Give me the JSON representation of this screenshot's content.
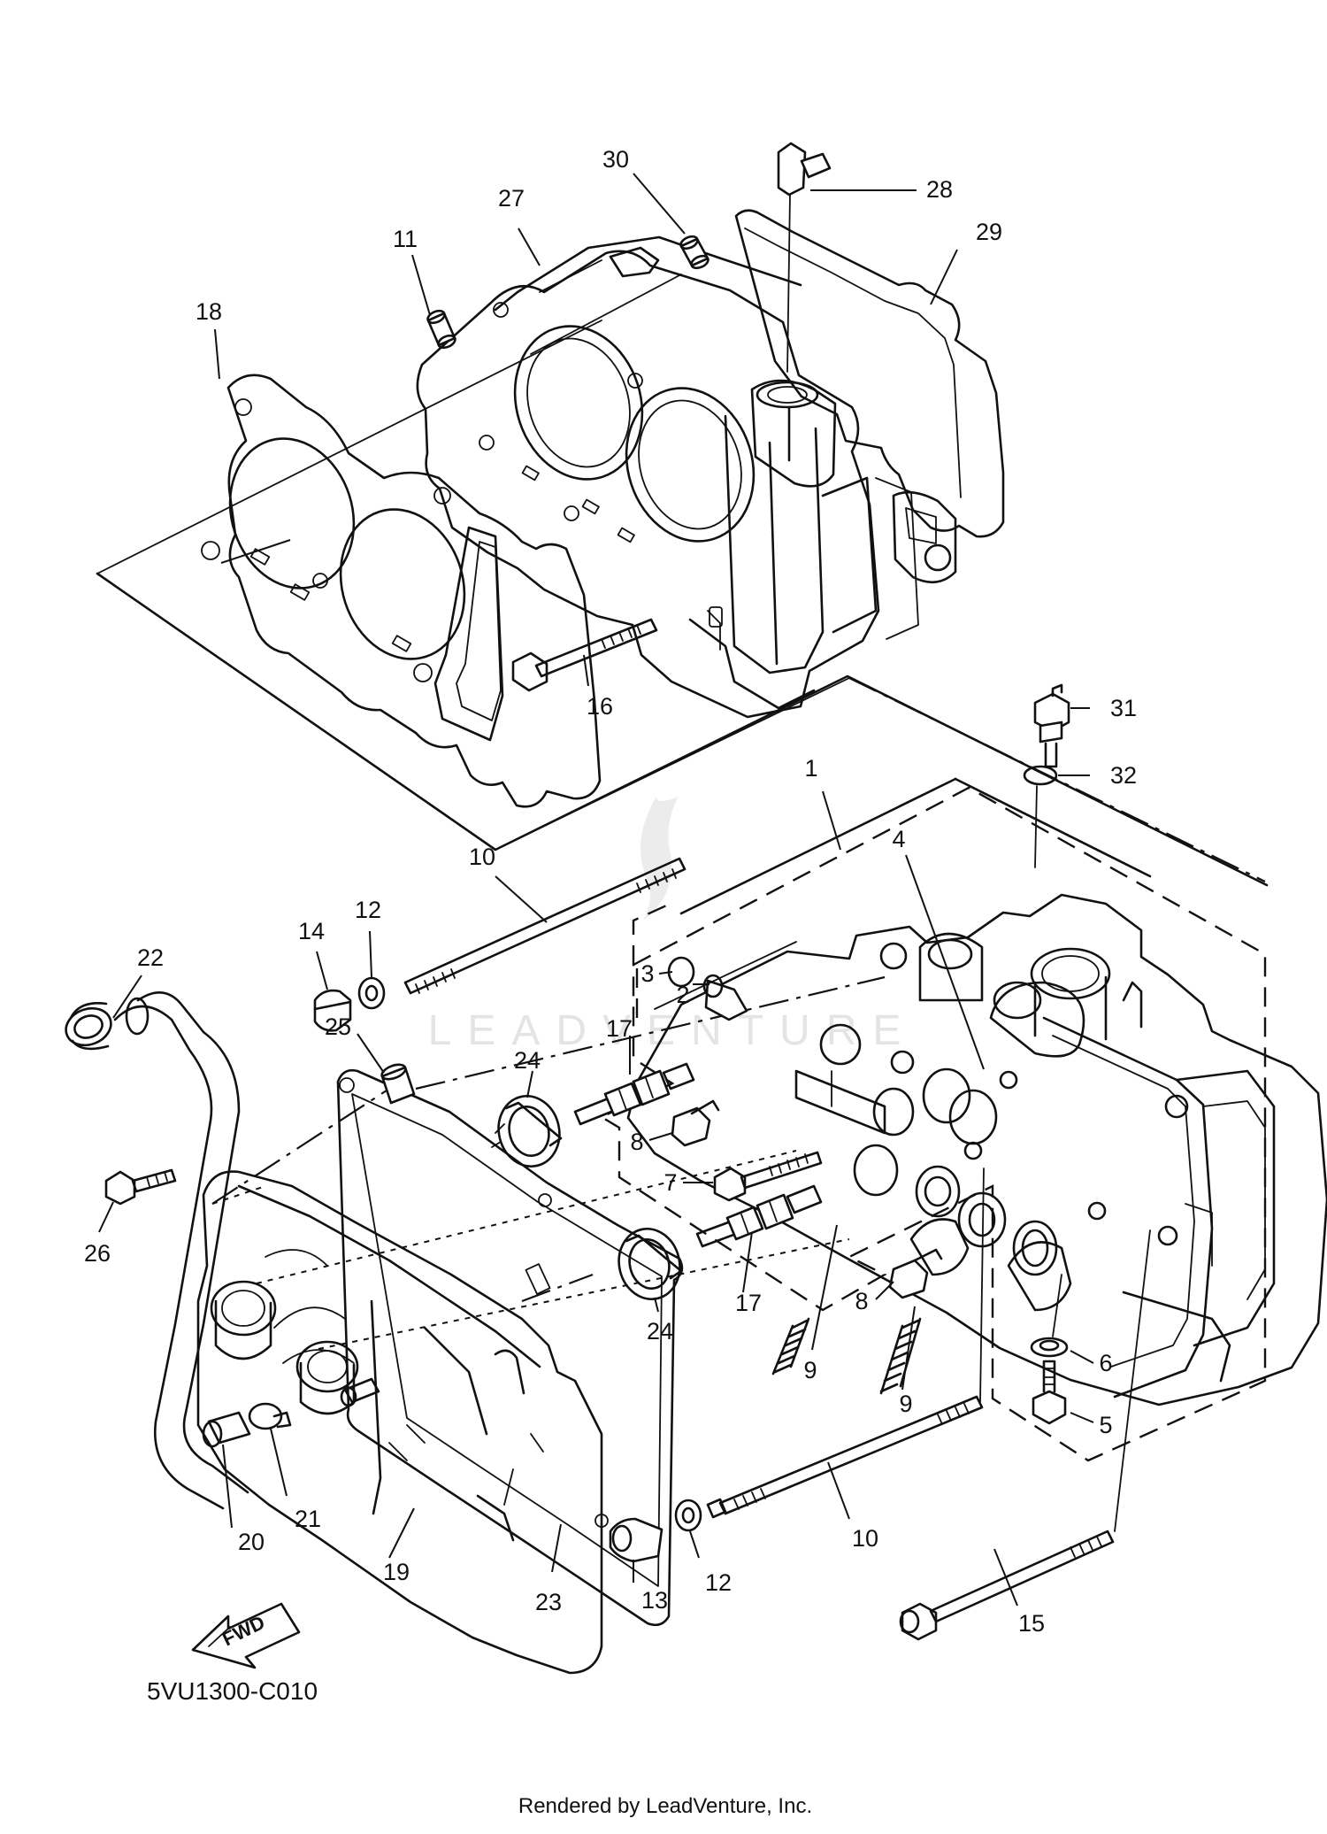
{
  "diagram": {
    "drawing_code": "5VU1300-C010",
    "render_credit": "Rendered by LeadVenture, Inc.",
    "watermark_text": "LEADVENTURE",
    "fwd_label": "FWD",
    "line_color": "#111111",
    "background_color": "#ffffff",
    "callouts": [
      {
        "id": "1",
        "text": "1"
      },
      {
        "id": "2",
        "text": "2"
      },
      {
        "id": "3",
        "text": "3"
      },
      {
        "id": "4",
        "text": "4"
      },
      {
        "id": "5",
        "text": "5"
      },
      {
        "id": "6",
        "text": "6"
      },
      {
        "id": "7",
        "text": "7"
      },
      {
        "id": "8a",
        "text": "8"
      },
      {
        "id": "8b",
        "text": "8"
      },
      {
        "id": "9a",
        "text": "9"
      },
      {
        "id": "9b",
        "text": "9"
      },
      {
        "id": "10a",
        "text": "10"
      },
      {
        "id": "10b",
        "text": "10"
      },
      {
        "id": "11",
        "text": "11"
      },
      {
        "id": "12a",
        "text": "12"
      },
      {
        "id": "12b",
        "text": "12"
      },
      {
        "id": "13",
        "text": "13"
      },
      {
        "id": "14",
        "text": "14"
      },
      {
        "id": "15",
        "text": "15"
      },
      {
        "id": "16",
        "text": "16"
      },
      {
        "id": "17a",
        "text": "17"
      },
      {
        "id": "17b",
        "text": "17"
      },
      {
        "id": "18",
        "text": "18"
      },
      {
        "id": "19",
        "text": "19"
      },
      {
        "id": "20",
        "text": "20"
      },
      {
        "id": "21",
        "text": "21"
      },
      {
        "id": "22",
        "text": "22"
      },
      {
        "id": "23",
        "text": "23"
      },
      {
        "id": "24a",
        "text": "24"
      },
      {
        "id": "24b",
        "text": "24"
      },
      {
        "id": "25",
        "text": "25"
      },
      {
        "id": "26",
        "text": "26"
      },
      {
        "id": "27",
        "text": "27"
      },
      {
        "id": "28",
        "text": "28"
      },
      {
        "id": "29",
        "text": "29"
      },
      {
        "id": "30",
        "text": "30"
      },
      {
        "id": "31",
        "text": "31"
      },
      {
        "id": "32",
        "text": "32"
      }
    ]
  }
}
